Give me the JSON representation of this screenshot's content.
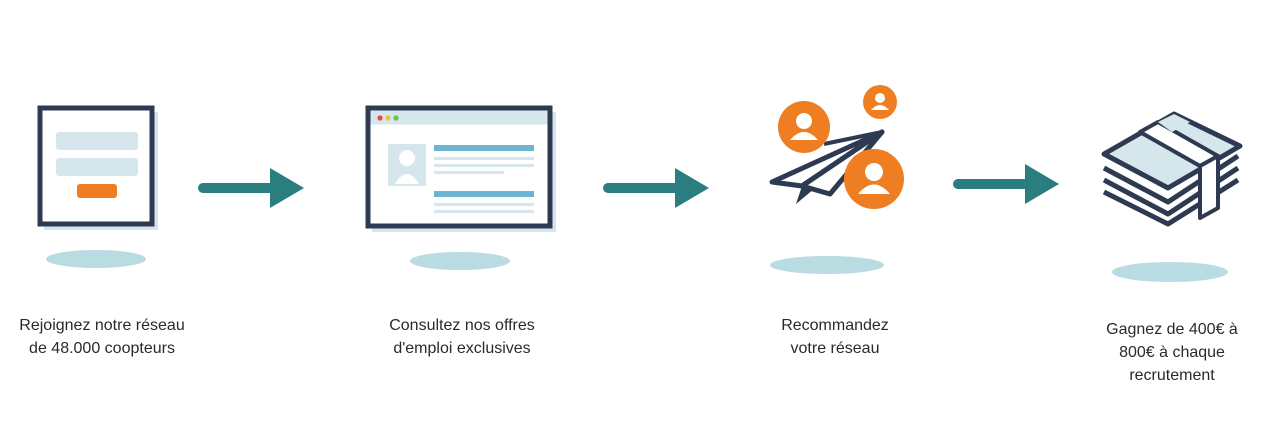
{
  "colors": {
    "navy": "#2e3a52",
    "teal": "#2a7e80",
    "orange": "#ef7e22",
    "light_blue": "#d5e6ec",
    "shadow": "#b9dbe2",
    "bar_blue": "#6fb3d3"
  },
  "steps": [
    {
      "icon": "signup-form-icon",
      "caption_lines": [
        "Rejoignez notre réseau",
        "de 48.000 coopteurs"
      ]
    },
    {
      "icon": "job-listing-window-icon",
      "caption_lines": [
        "Consultez nos offres",
        "d'emploi exclusives"
      ]
    },
    {
      "icon": "paper-plane-referral-icon",
      "caption_lines": [
        "Recommandez",
        "votre réseau"
      ]
    },
    {
      "icon": "money-stack-icon",
      "caption_lines": [
        "Gagnez de 400€ à",
        "800€ à chaque",
        "recrutement"
      ]
    }
  ]
}
